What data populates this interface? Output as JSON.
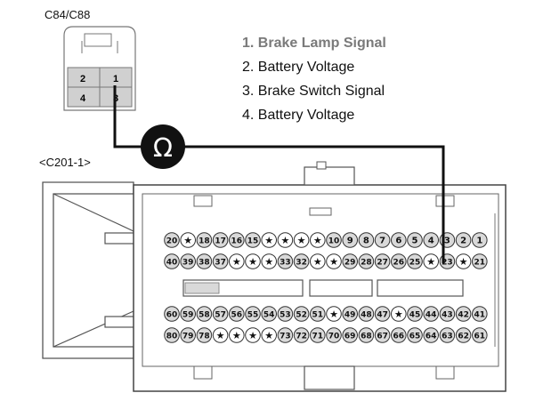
{
  "connectors": {
    "c84": {
      "title": "C84/C88",
      "pins": [
        "2",
        "1",
        "4",
        "3"
      ]
    },
    "c201": {
      "title": "<C201-1>",
      "row1": [
        "20",
        "★",
        "18",
        "17",
        "16",
        "15",
        "★",
        "★",
        "★",
        "★",
        "10",
        "9",
        "8",
        "7",
        "6",
        "5",
        "4",
        "3",
        "2",
        "1"
      ],
      "row2": [
        "40",
        "39",
        "38",
        "37",
        "★",
        "★",
        "★",
        "33",
        "32",
        "★",
        "★",
        "29",
        "28",
        "27",
        "26",
        "25",
        "★",
        "23",
        "★",
        "21"
      ],
      "row3": [
        "60",
        "59",
        "58",
        "57",
        "56",
        "55",
        "54",
        "53",
        "52",
        "51",
        "★",
        "49",
        "48",
        "47",
        "★",
        "45",
        "44",
        "43",
        "42",
        "41"
      ],
      "row4": [
        "80",
        "79",
        "78",
        "★",
        "★",
        "★",
        "★",
        "73",
        "72",
        "71",
        "70",
        "69",
        "68",
        "67",
        "66",
        "65",
        "64",
        "63",
        "62",
        "61"
      ]
    }
  },
  "meter": {
    "symbol": "Ω",
    "icon": "ohm-meter-icon"
  },
  "legend": [
    "1. Brake Lamp Signal",
    "2. Battery Voltage",
    "3. Brake Switch Signal",
    "4. Battery Voltage"
  ],
  "colors": {
    "highlight": "#7a7a7a",
    "pin_fill": "#d9d9d9",
    "wire": "#111111"
  }
}
